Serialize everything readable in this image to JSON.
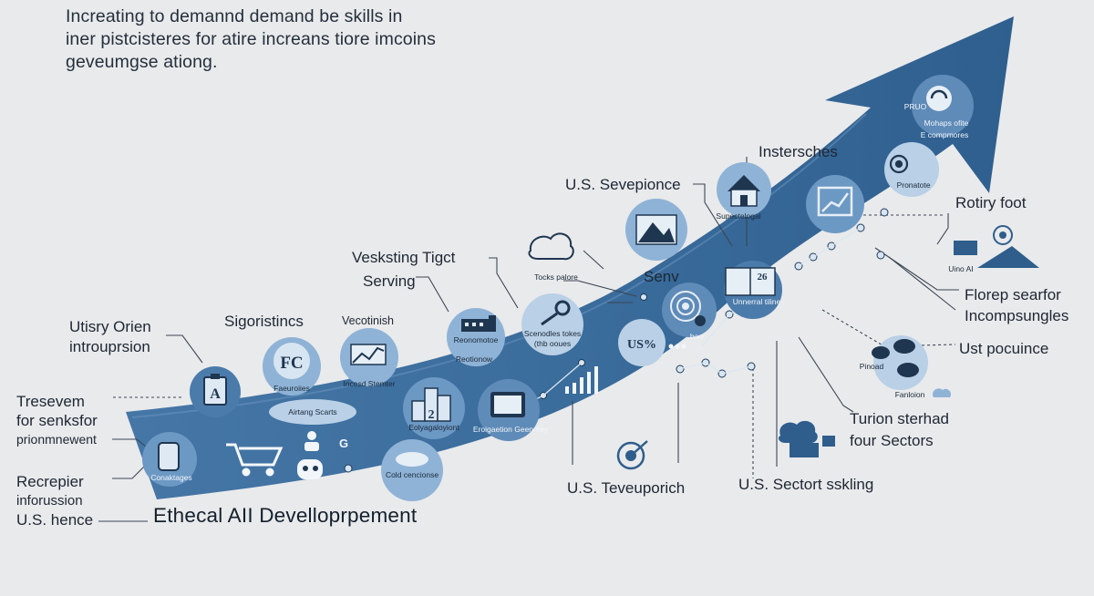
{
  "headline": {
    "line1": "Increating to demannd demand be skills in",
    "line2": "iner pistcisteres  for atire increans tiore imcoins",
    "line3": "geveumgse ationg."
  },
  "footer_title": "Ethecal AII Develloprpement",
  "labels": {
    "utisry": [
      "Utisry Orien",
      "introuprsion"
    ],
    "tresevem": [
      "Tresevem",
      "for senksfor",
      "prionmnewent"
    ],
    "recrepier": [
      "Recrepier",
      "inforussion",
      "U.S. hence"
    ],
    "sigoristincs": "Sigoristincs",
    "vesksting": [
      "Vesksting Tigct",
      "Serving"
    ],
    "us_sevepionce": "U.S. Sevepionce",
    "instersches": "Instersches",
    "rotiry_foot": "Rotiry foot",
    "florep": [
      "Florep searfor",
      "Incompsungles"
    ],
    "ust_pocuince": "Ust pocuince",
    "turion": [
      "Turion sterhad",
      "four Sectors"
    ],
    "us_teveuporich": "U.S. Teveuporich",
    "us_sectort": "U.S. Sectort sskling",
    "senv": "Senv"
  },
  "captions": {
    "conaktages": "Conaktages",
    "faeuroiies": "Faeuroiies",
    "airtang_scarts": "Airtang Scarts",
    "vecotinish": "Vecotinish",
    "incesd_stemter": "Incesd Stemter",
    "eolyagaloyiont": "Eolyagaloyiont",
    "eroigaetion_geenntey": "Eroigaetion Geenntey",
    "cold_cencionse": "Cold cencionse",
    "reonomotoe": "Reonomotoe",
    "reotionow": "Reotionow",
    "scenodles": "Scenodles tokes",
    "thb_ooues": "(thb ooues",
    "tocks_palore": "Tocks palore",
    "suprectelogal": "Supectelogal",
    "unmeral": "Unnerral tiline",
    "bao": "bao",
    "us_pct": "US%",
    "pruo": "PRUO",
    "mohaps": "Mohaps ofite",
    "e_compmores": "E compmores",
    "pronatote": "Pronatote",
    "uino_ai": "Uino AI",
    "pinoad": "Pinoad",
    "fanloion": "Fanloion",
    "fc": "FC",
    "book_num": "26"
  },
  "colors": {
    "background": "#e9eaec",
    "arrow_dark": "#2f5e8c",
    "arrow_mid": "#3d6f9f",
    "circle_light": "#8fb3d6",
    "circle_pale": "#b9d0e6",
    "ink": "#1d2733"
  },
  "icons": [
    "clipboard-icon",
    "shopping-cart-icon",
    "robot-icon",
    "people-icon",
    "buildings-icon",
    "monitor-icon",
    "bar-chart-icon",
    "target-icon",
    "house-icon",
    "book-icon",
    "gear-icon",
    "cloud-icon",
    "chat-bubbles-icon",
    "recycle-icon",
    "growth-chart-icon",
    "magnifier-icon",
    "factory-icon"
  ]
}
